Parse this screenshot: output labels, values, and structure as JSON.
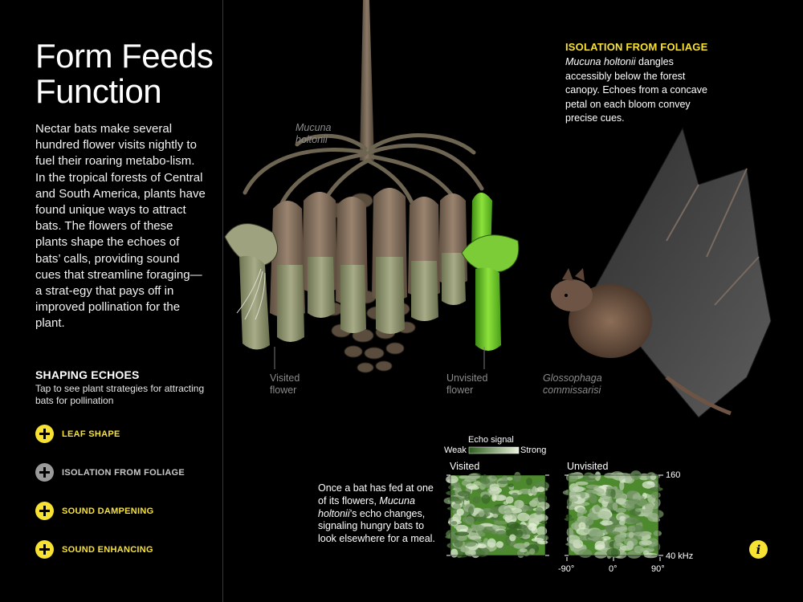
{
  "sidebar": {
    "title_line1": "Form Feeds",
    "title_line2": "Function",
    "intro": "Nectar bats make several hundred flower visits nightly to fuel their roaring metabo-lism. In the tropical forests of Central and South America, plants have found unique ways to attract bats. The flowers of these plants shape the echoes of bats’ calls, providing sound cues that streamline foraging—a strat-egy that pays off in improved pollination for the plant.",
    "shaping_title": "SHAPING ECHOES",
    "shaping_subtitle": "Tap to see plant strategies for attracting bats for pollination",
    "strategies": [
      {
        "label": "LEAF SHAPE",
        "state": "available"
      },
      {
        "label": "ISOLATION FROM FOLIAGE",
        "state": "selected"
      },
      {
        "label": "SOUND DAMPENING",
        "state": "available"
      },
      {
        "label": "SOUND ENHANCING",
        "state": "available"
      }
    ]
  },
  "illustration": {
    "plant_name_line1": "Mucuna",
    "plant_name_line2": "holtonii",
    "visited_line1": "Visited",
    "visited_line2": "flower",
    "unvisited_line1": "Unvisited",
    "unvisited_line2": "flower",
    "bat_name_line1": "Glossophaga",
    "bat_name_line2": "commissarisi"
  },
  "isolation": {
    "title": "ISOLATION FROM FOLIAGE",
    "species": "Mucuna holtonii",
    "text": " dangles accessibly below the forest canopy. Echoes from a concave petal on each bloom convey precise cues."
  },
  "echo": {
    "caption_pre": "Once a bat has fed at one of its flowers, ",
    "caption_species": "Mucuna holtonii",
    "caption_post": "’s echo changes, signaling hungry bats to look elsewhere for a meal.",
    "legend_title": "Echo signal",
    "legend_weak": "Weak",
    "legend_strong": "Strong",
    "panel_visited": "Visited",
    "panel_unvisited": "Unvisited",
    "y_top": "160",
    "y_bottom": "40 kHz",
    "x_left": "-90°",
    "x_mid": "0°",
    "x_right": "90°"
  },
  "info_button": "i",
  "colors": {
    "accent_yellow": "#f7e234",
    "selected_grey": "#9a9a9a",
    "echo_green_strong": "#e8f3dc",
    "echo_green_weak": "#2f5e1e"
  }
}
